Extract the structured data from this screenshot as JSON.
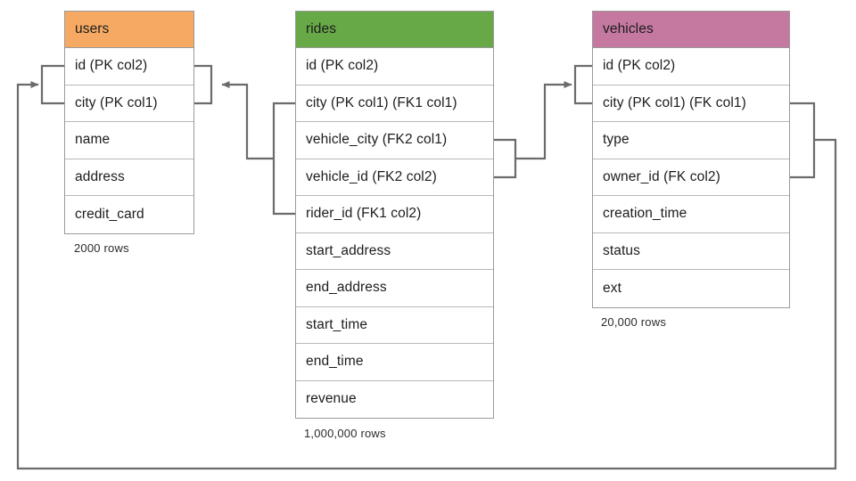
{
  "diagram": {
    "title": "Database schema entity relationship diagram",
    "type": "er-diagram",
    "background": "#ffffff",
    "line_color": "#6b6b6b"
  },
  "tables": [
    {
      "name": "users",
      "header_color": "#f5a962",
      "row_count_label": "2000 rows",
      "columns": [
        {
          "label": "id (PK col2)"
        },
        {
          "label": "city (PK col1)"
        },
        {
          "label": "name"
        },
        {
          "label": "address"
        },
        {
          "label": "credit_card"
        }
      ]
    },
    {
      "name": "rides",
      "header_color": "#67a847",
      "row_count_label": "1,000,000 rows",
      "columns": [
        {
          "label": "id (PK col2)"
        },
        {
          "label": "city (PK col1) (FK1 col1)"
        },
        {
          "label": "vehicle_city (FK2 col1)"
        },
        {
          "label": "vehicle_id (FK2 col2)"
        },
        {
          "label": "rider_id (FK1 col2)"
        },
        {
          "label": "start_address"
        },
        {
          "label": "end_address"
        },
        {
          "label": "start_time"
        },
        {
          "label": "end_time"
        },
        {
          "label": "revenue"
        }
      ]
    },
    {
      "name": "vehicles",
      "header_color": "#c578a0",
      "row_count_label": "20,000 rows",
      "columns": [
        {
          "label": "id (PK col2)"
        },
        {
          "label": "city (PK col1) (FK col1)"
        },
        {
          "label": "type"
        },
        {
          "label": "owner_id (FK col2)"
        },
        {
          "label": "creation_time"
        },
        {
          "label": "status"
        },
        {
          "label": "ext"
        }
      ]
    }
  ],
  "relationships": [
    {
      "name": "rides-fk1-to-users",
      "from": "rides.city + rides.rider_id",
      "to": "users.id + users.city"
    },
    {
      "name": "rides-fk2-to-vehicles",
      "from": "rides.vehicle_city + rides.vehicle_id",
      "to": "vehicles.id + vehicles.city"
    },
    {
      "name": "vehicles-fk-to-users",
      "from": "vehicles.city + vehicles.owner_id",
      "to": "users.id + users.city"
    }
  ]
}
